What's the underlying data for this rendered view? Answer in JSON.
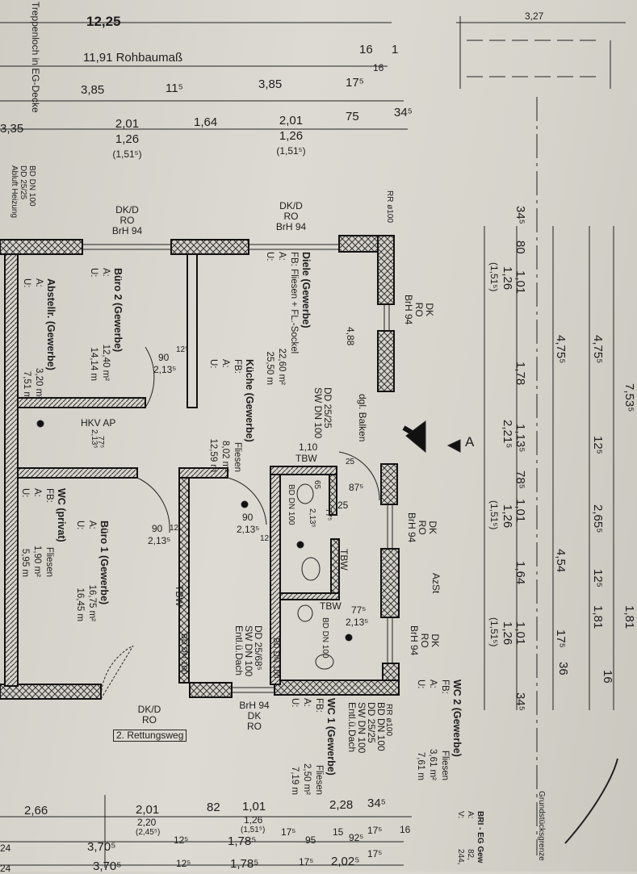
{
  "plan": {
    "treppenloch": "Treppenloch in EG-Decke",
    "top_dims": {
      "total": "12,25",
      "rohbau": "11,91 Rohbaumaß",
      "d16a": "16",
      "d1": "1",
      "d16b": "16",
      "r3_a": "3,85",
      "r3_b": "11⁵",
      "r3_c": "3,85",
      "r3_d": "17⁵",
      "r4_a": "3,35",
      "r4_b1": "2,01",
      "r4_b2": "1,26",
      "r4_b3": "(1,51⁵)",
      "r4_c": "1,64",
      "r4_d1": "2,01",
      "r4_d2": "1,26",
      "r4_d3": "(1,51⁵)",
      "r4_e": "75",
      "r4_f": "34⁵",
      "right_top": "3,27"
    },
    "right_dims": [
      "7,53⁵",
      "4,75⁵",
      "4,75⁵",
      "12⁵",
      "2,65⁵",
      "12⁵",
      "1,81",
      "4,54",
      "1,81",
      "1,78",
      "1,13⁵",
      "2,21⁵",
      "78⁵",
      "1,01",
      "1,26",
      "(1,51⁵)",
      "1,64",
      "1,01",
      "1,26",
      "(1,51⁵)",
      "80",
      "1,01",
      "1,26",
      "(1,51⁵)",
      "34⁵",
      "34⁵",
      "36",
      "17⁵",
      "16"
    ],
    "grundstuecksgrenze": "Grundstücksgrenze",
    "bri": "BRI - EG Gew",
    "bri_a": "A:",
    "bri_v": "V:",
    "bri_val1": "82,",
    "bri_val2": "244,",
    "bottom_dims": {
      "a": "2,66",
      "b1": "2,01",
      "b2": "2,20",
      "b3": "(2,45⁵)",
      "c": "82",
      "d1": "1,01",
      "d2": "1,26",
      "d3": "(1,51⁵)",
      "e": "2,28",
      "f": "34⁵",
      "g": "17⁵",
      "h": "15",
      "i": "95",
      "j": "92⁵",
      "k": "17⁵",
      "l": "16",
      "m": "12⁵",
      "n": "1,78⁵",
      "o": "3,70⁵",
      "p": "24",
      "q": "3,70⁵",
      "r": "12⁵",
      "s": "1,78⁵",
      "t": "17⁵",
      "u": "2,02⁵",
      "v": "17⁵",
      "w": "24"
    },
    "rooms": [
      {
        "title": "Diele (Gewerbe)",
        "fb": "FB: Fliesen + FL.-Sockel",
        "a_label": "A:",
        "a": "22,60 m²",
        "u_label": "U:",
        "u": "25,50 m"
      },
      {
        "title": "Küche (Gewerbe)",
        "fb_label": "FB:",
        "fb": "Fliesen",
        "a_label": "A:",
        "a": "8,02 m²",
        "u_label": "U:",
        "u": "12,59 m"
      },
      {
        "title": "Büro 2 (Gewerbe)",
        "a_label": "A:",
        "a": "12,40 m²",
        "u_label": "U:",
        "u": "14,14 m"
      },
      {
        "title": "Abstellr. (Gewerbe)",
        "a_label": "A:",
        "a": "3,20 m²",
        "u_label": "U:",
        "u": "7,51 m"
      },
      {
        "title": "WC (privat)",
        "fb_label": "FB:",
        "fb": "Fliesen",
        "a_label": "A:",
        "a": "1,90 m²",
        "u_label": "U:",
        "u": "5,95 m"
      },
      {
        "title": "Büro 1 (Gewerbe)",
        "a_label": "A:",
        "a": "16,75 m²",
        "u_label": "U:",
        "u": "16,45 m"
      },
      {
        "title": "WC 2 (Gewerbe)",
        "fb_label": "FB:",
        "fb": "Fliesen",
        "a_label": "A:",
        "a": "3,61 m²",
        "u_label": "U:",
        "u": "7,61 m"
      },
      {
        "title": "WC 1 (Gewerbe)",
        "fb_label": "FB:",
        "fb": "Fliesen",
        "a_label": "A:",
        "a": "2,50 m²",
        "u_label": "U:",
        "u": "7,19 m"
      }
    ],
    "windows": {
      "w1": [
        "DK/D",
        "RO",
        "BrH 94"
      ],
      "w2": [
        "DK/D",
        "RO",
        "BrH 94"
      ],
      "w3": [
        "DK",
        "RO",
        "BrH 94"
      ],
      "w4": [
        "DK",
        "RO",
        "BrH 94"
      ],
      "w5": [
        "DK",
        "RO",
        "BrH 94"
      ],
      "w6": [
        "DK/D",
        "RO"
      ],
      "w7": [
        "BrH 94",
        "DK",
        "RO"
      ]
    },
    "rettungsweg": "2. Rettungsweg",
    "annotations": {
      "hkv": "HKV AP",
      "tbw1": "TBW",
      "tbw2": "TBW",
      "tbw3": "TBW",
      "tbw4": "TBW",
      "dgl_balken": "dgl. Balken",
      "d488": "4,88",
      "dd_sw": "DD 25/25",
      "sw100": "SW DN 100",
      "section": "A",
      "azst": "AzSt",
      "rr1": "RR ø100",
      "rr2": "RR ø100",
      "bd_dn100": "BD DN 100",
      "bd_dn100_b": "BD DN 100",
      "bd_dn100_c": "BD DN 100",
      "bd_dn100_d": "BD DN 100",
      "abluft": [
        "BD DN 100",
        "DD 25/25",
        "Abluft Heizung"
      ],
      "ent1": [
        "BD DN 100",
        "DD 25/25",
        "SW DN 100",
        "Entl.ü.Dach"
      ],
      "ent2": [
        "DD 25/68⁵",
        "SW DN 100",
        "Entl.ü.Dach"
      ],
      "door_90a": "90",
      "door_125a": "12⁵",
      "door_213a": "2,13⁵",
      "door_90b": "90",
      "door_125b": "12",
      "door_213b": "2,13⁵",
      "door_90c": "90",
      "door_213c": "2,13⁵",
      "door_125c": "12⁵",
      "door_775a": "77⁵",
      "door_213d": "2,13⁵",
      "door_775b": "77⁵",
      "door_213e": "2,13⁵",
      "door_775c": "77⁵",
      "door_213f": "2,13⁵",
      "d110": "1,10",
      "d25a": "25",
      "d875": "87⁵",
      "d25b": "25",
      "d65": "65"
    }
  }
}
